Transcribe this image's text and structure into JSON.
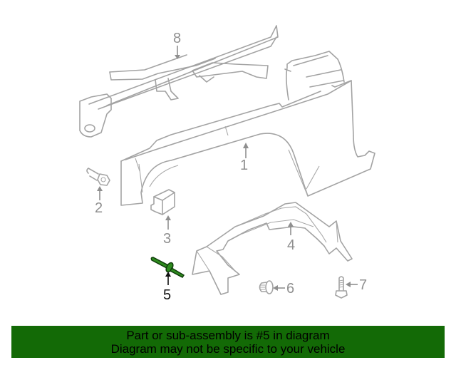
{
  "diagram": {
    "highlight_color": "#2e8b1e",
    "line_color": "#a3a3a3",
    "callouts": [
      {
        "number": "1",
        "part": "fender"
      },
      {
        "number": "2",
        "part": "bolt"
      },
      {
        "number": "3",
        "part": "pad"
      },
      {
        "number": "4",
        "part": "fender-liner"
      },
      {
        "number": "5",
        "part": "rivet",
        "highlighted": true
      },
      {
        "number": "6",
        "part": "clip"
      },
      {
        "number": "7",
        "part": "bolt"
      },
      {
        "number": "8",
        "part": "support-rail"
      }
    ]
  },
  "banner": {
    "background": "#136a06",
    "line1": "Part or sub-assembly is #5 in diagram",
    "line2": "Diagram may not be specific to your vehicle"
  }
}
